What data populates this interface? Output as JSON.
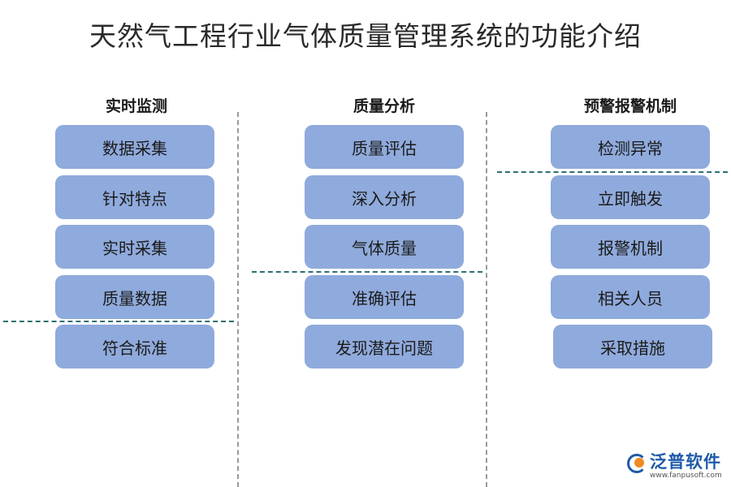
{
  "title": "天然气工程行业气体质量管理系统的功能介绍",
  "columns": [
    {
      "heading": "实时监测",
      "items": [
        "数据采集",
        "针对特点",
        "实时采集",
        "质量数据",
        "符合标准"
      ]
    },
    {
      "heading": "质量分析",
      "items": [
        "质量评估",
        "深入分析",
        "气体质量",
        "准确评估",
        "发现潜在问题"
      ]
    },
    {
      "heading": "预警报警机制",
      "items": [
        "检测异常",
        "立即触发",
        "报警机制",
        "相关人员",
        "采取措施"
      ]
    }
  ],
  "logo": {
    "name": "泛普软件",
    "url": "www.fanpusoft.com"
  },
  "colors": {
    "box_fill": "#8faadc",
    "divider": "#9a9a9a",
    "separator": "#2f6f73",
    "logo_blue": "#1e5aa8",
    "logo_orange": "#f08a24"
  }
}
